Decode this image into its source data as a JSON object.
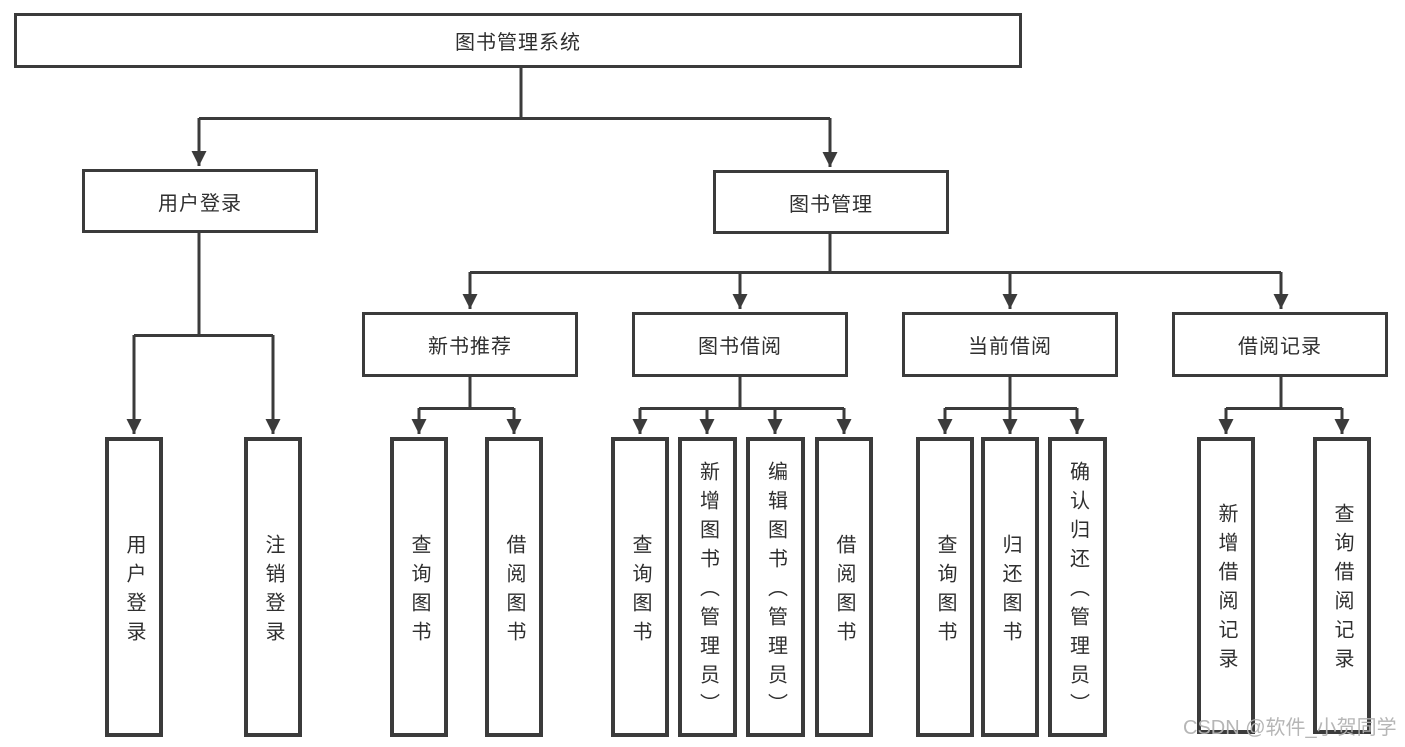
{
  "tree": {
    "label": "图书管理系统",
    "children": [
      {
        "label": "用户登录",
        "children": [
          {
            "label": "用户登录"
          },
          {
            "label": "注销登录"
          }
        ]
      },
      {
        "label": "图书管理",
        "children": [
          {
            "label": "新书推荐",
            "children": [
              {
                "label": "查询图书"
              },
              {
                "label": "借阅图书"
              }
            ]
          },
          {
            "label": "图书借阅",
            "children": [
              {
                "label": "查询图书"
              },
              {
                "label": "新增图书（管理员）"
              },
              {
                "label": "编辑图书（管理员）"
              },
              {
                "label": "借阅图书"
              }
            ]
          },
          {
            "label": "当前借阅",
            "children": [
              {
                "label": "查询图书"
              },
              {
                "label": "归还图书"
              },
              {
                "label": "确认归还（管理员）"
              }
            ]
          },
          {
            "label": "借阅记录",
            "children": [
              {
                "label": "新增借阅记录"
              },
              {
                "label": "查询借阅记录"
              }
            ]
          }
        ]
      }
    ]
  },
  "watermark": {
    "text": "CSDN @软件_小贺同学"
  },
  "colors": {
    "line": "#3b3b3b",
    "text": "#2f2f2f",
    "watermark": "#b2b2b2",
    "background": "#ffffff"
  }
}
